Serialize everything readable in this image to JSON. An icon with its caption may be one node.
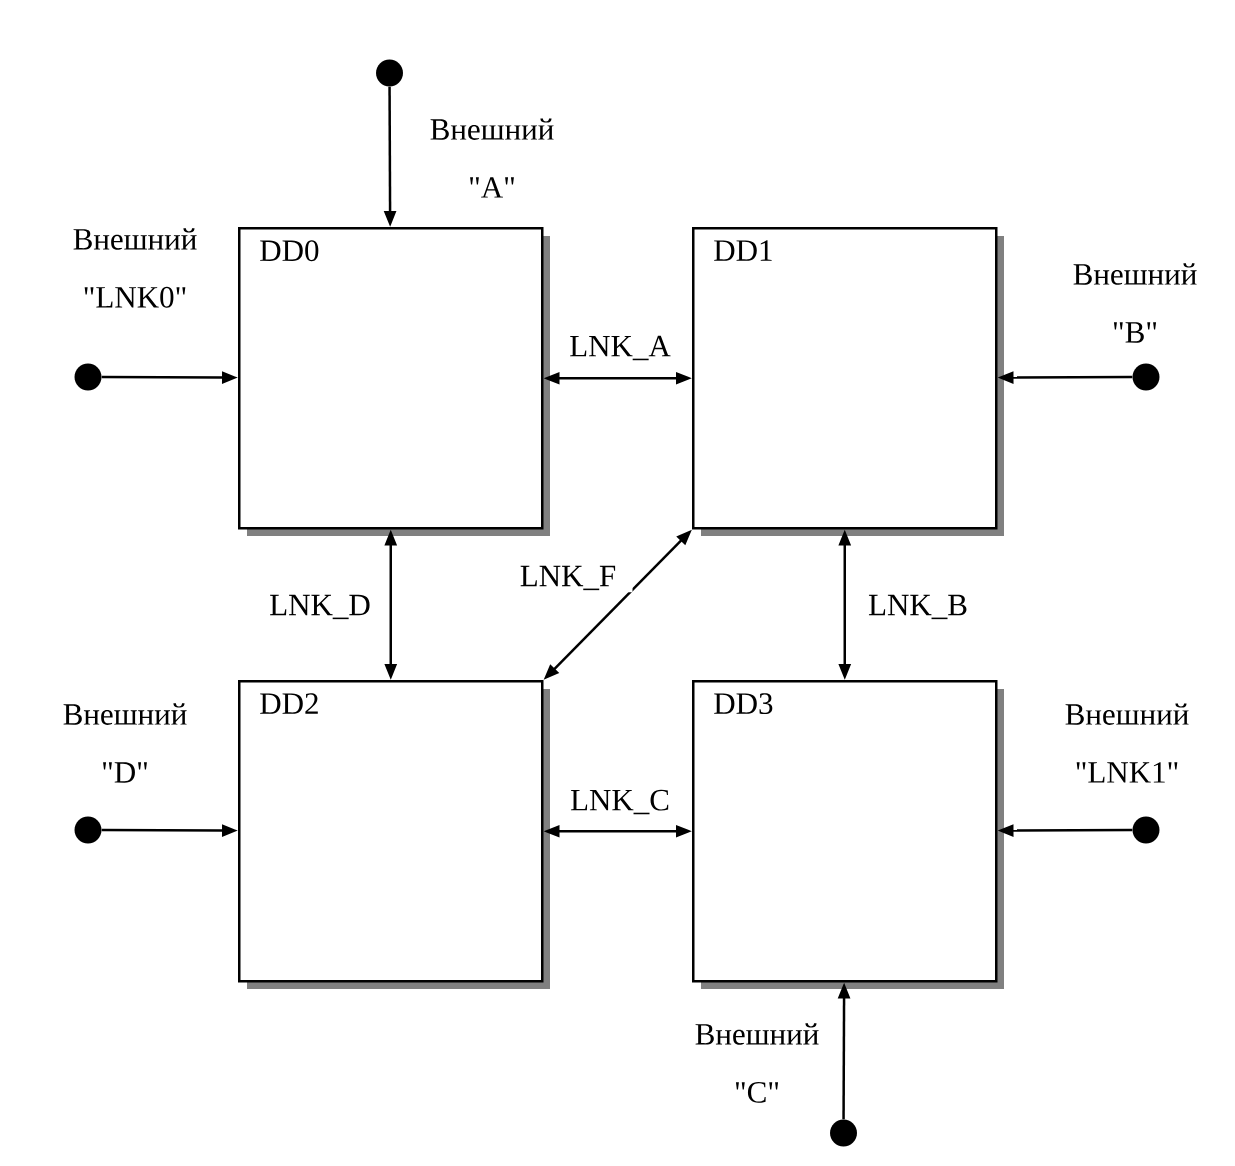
{
  "diagram": {
    "nodes": [
      {
        "text": [
          "DD0"
        ]
      },
      {
        "text": [
          "DD1"
        ]
      },
      {
        "text": [
          "DD2"
        ]
      },
      {
        "text": [
          "DD3"
        ]
      },
      {
        "text": [],
        "shape": "circle"
      },
      {
        "text": [],
        "shape": "circle"
      },
      {
        "text": [],
        "shape": "circle"
      },
      {
        "text": [],
        "shape": "circle"
      },
      {
        "text": [],
        "shape": "circle"
      },
      {
        "text": [],
        "shape": "circle"
      }
    ],
    "edges": [
      {
        "from": 4,
        "to": 0,
        "arrow": "to",
        "label": "Внешний \"A\""
      },
      {
        "from": 5,
        "to": 0,
        "arrow": "to",
        "label": "Внешний \"LNK0\""
      },
      {
        "from": 0,
        "to": 1,
        "arrow": "both",
        "label": "LNK_A"
      },
      {
        "from": 6,
        "to": 1,
        "arrow": "to",
        "label": "Внешний \"B\""
      },
      {
        "from": 0,
        "to": 2,
        "arrow": "both",
        "label": "LNK_D"
      },
      {
        "from": 1,
        "to": 2,
        "arrow": "both",
        "label": "LNK_F"
      },
      {
        "from": 1,
        "to": 3,
        "arrow": "both",
        "label": "LNK_B"
      },
      {
        "from": 7,
        "to": 2,
        "arrow": "to",
        "label": "Внешний \"D\""
      },
      {
        "from": 2,
        "to": 3,
        "arrow": "both",
        "label": "LNK_C"
      },
      {
        "from": 8,
        "to": 3,
        "arrow": "to",
        "label": "Внешний \"LNK1\""
      },
      {
        "from": 9,
        "to": 3,
        "arrow": "to",
        "label": "Внешний \"C\""
      }
    ]
  }
}
